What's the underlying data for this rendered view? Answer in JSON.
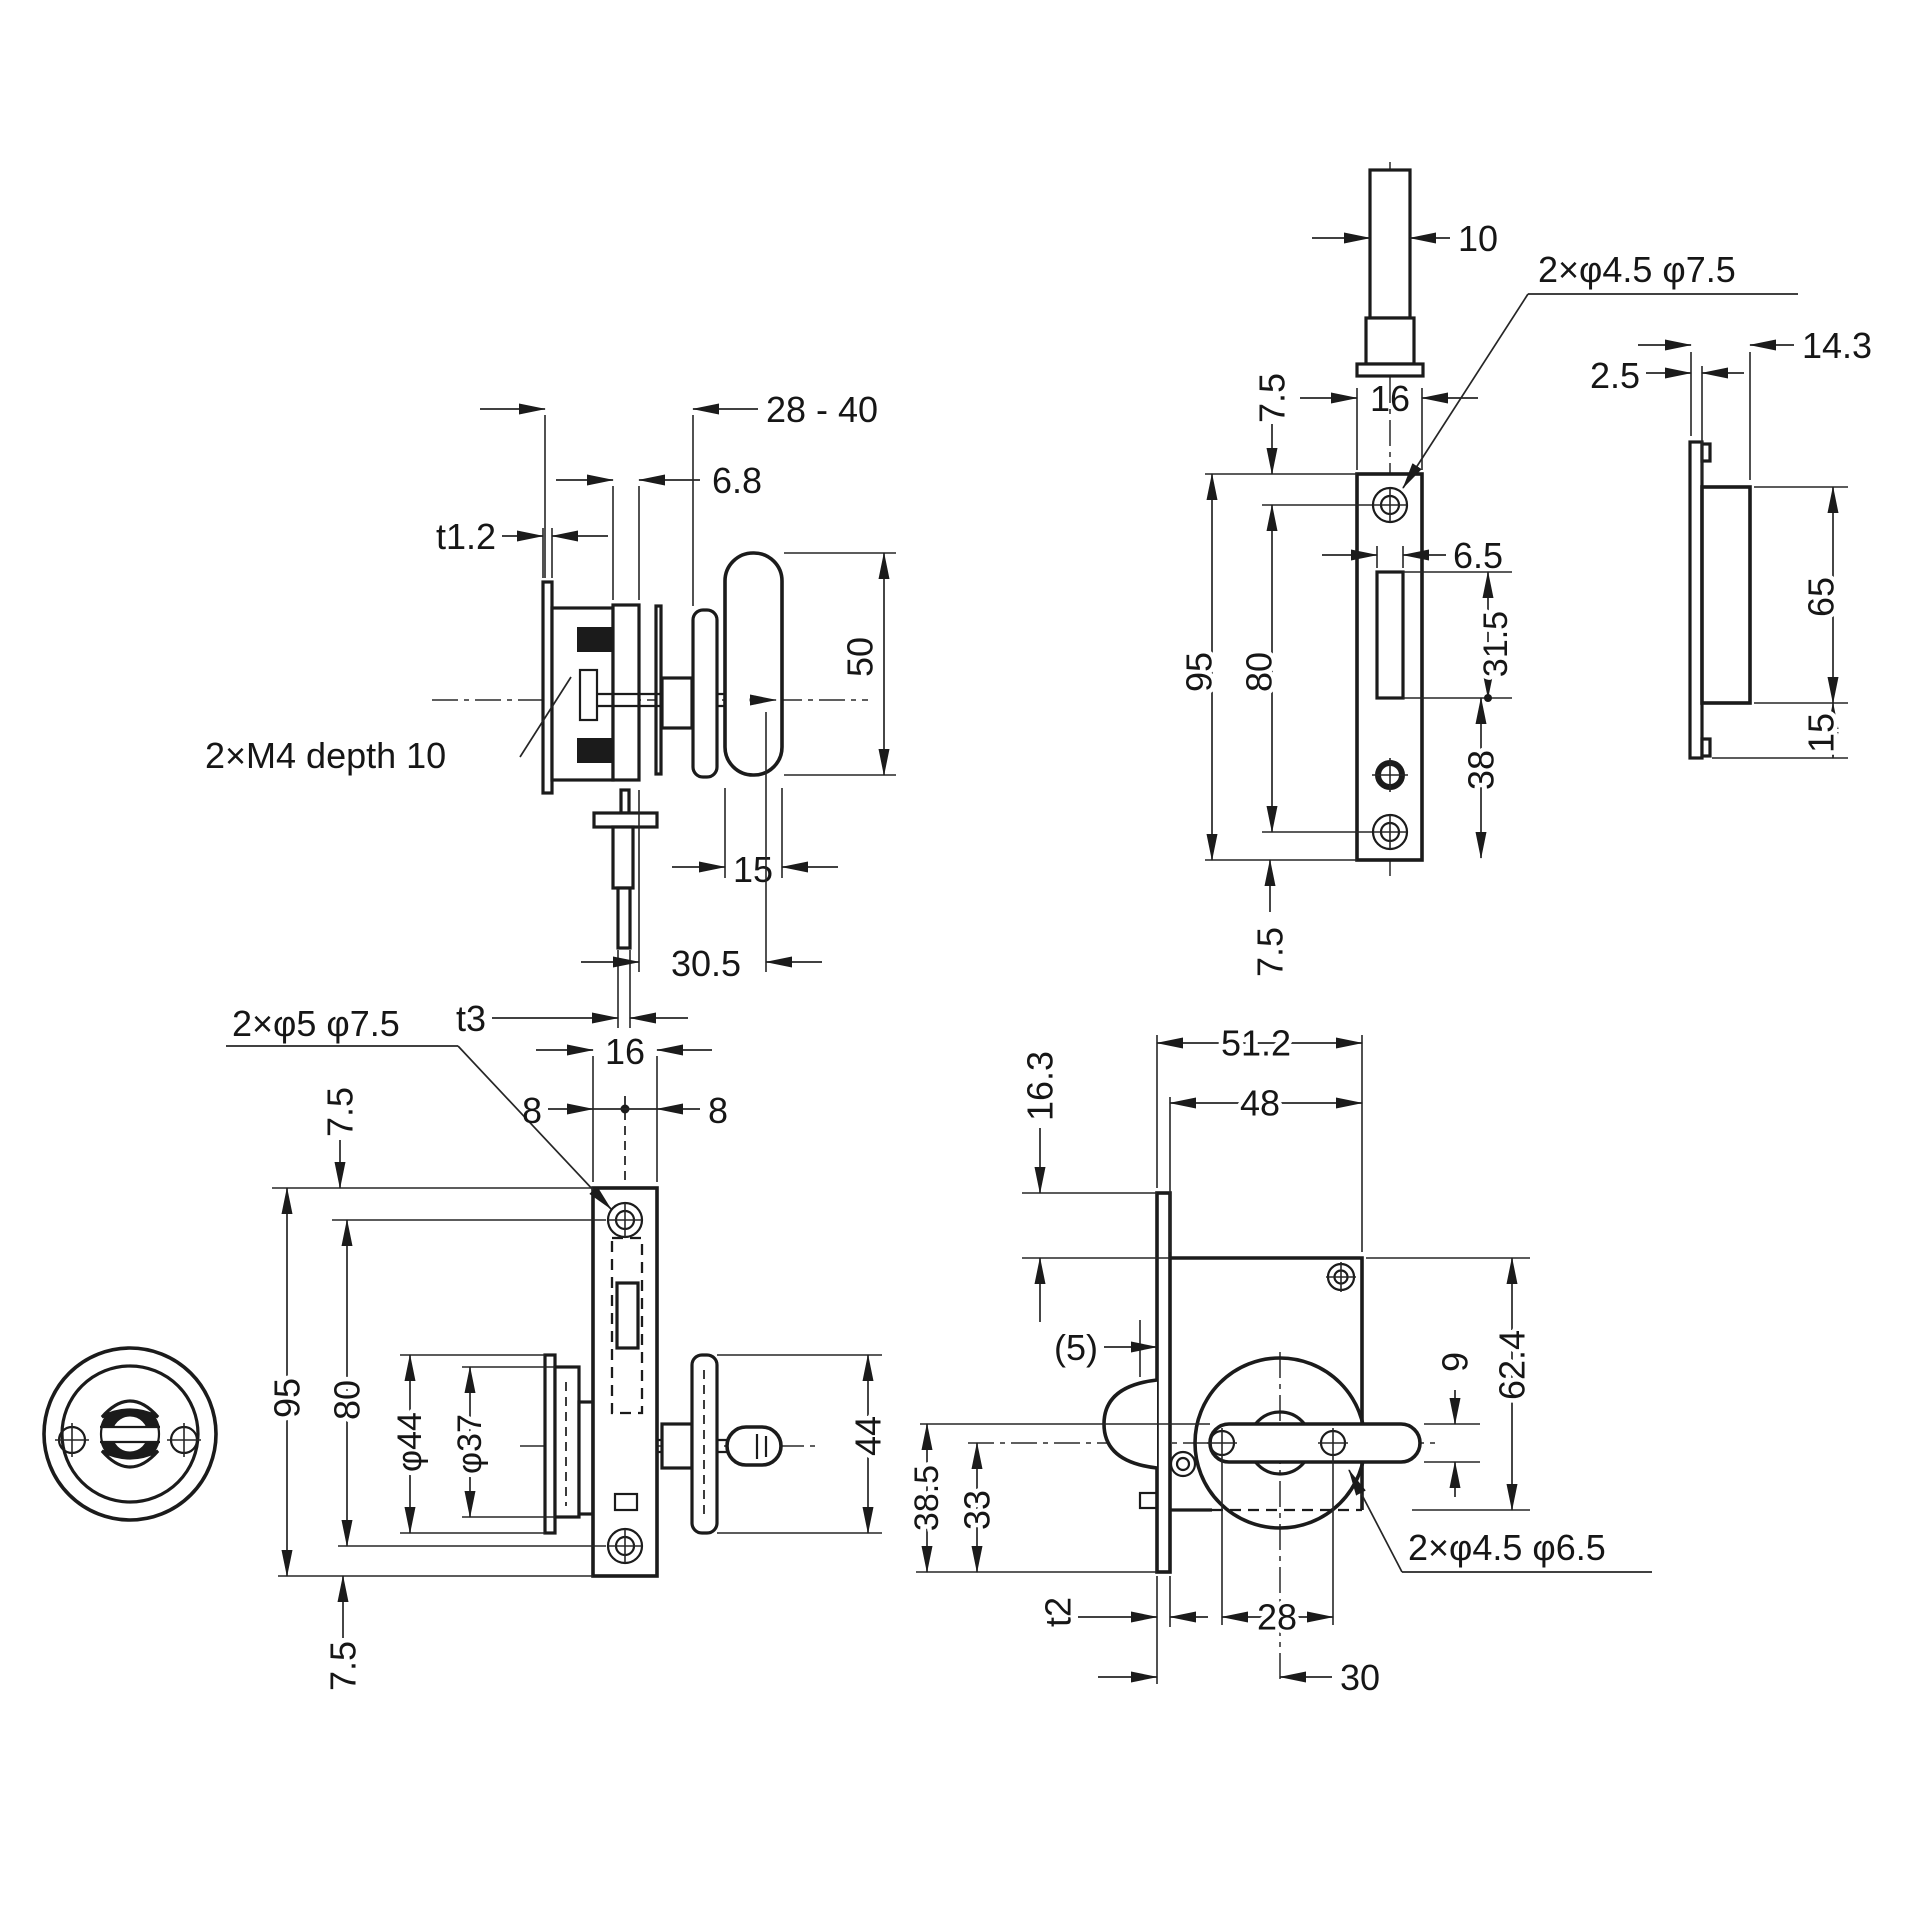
{
  "drawing": {
    "type": "technical-drawing",
    "part": "sliding door lock set",
    "views": {
      "sideView": {
        "dim_door_thickness": "28 - 40",
        "dim_spacing": "6.8",
        "dim_plate_thickness": "t1.2",
        "label_screw_note": "2×M4 depth 10",
        "dim_knob_length": "50",
        "dim_knob_width": "15",
        "dim_rod_thickness": "t3",
        "dim_backset": "30.5"
      },
      "frontPlateView": {
        "dim_shaft_width": "10",
        "label_holes": "2×φ4.5 φ7.5",
        "dim_top_offset": "7.5",
        "dim_plate_width": "16",
        "dim_slot_width": "6.5",
        "dim_plate_length": "95",
        "dim_screw_spacing": "80",
        "dim_slot_length": "31.5",
        "dim_slot_to_bottom": "38",
        "dim_bottom_offset": "7.5"
      },
      "strikeSideView": {
        "dim_depth": "14.3",
        "dim_plate_thickness": "2.5",
        "dim_box_length": "65",
        "dim_bottom_length": "15"
      },
      "assemblyView": {
        "label_holes": "2×φ5 φ7.5",
        "dim_top_offset": "7.5",
        "dim_plate_width": "16",
        "dim_half_left": "8",
        "dim_half_right": "8",
        "dim_plate_length": "95",
        "dim_screw_spacing": "80",
        "dim_escutcheon_outer": "φ44",
        "dim_escutcheon_inner": "φ37",
        "dim_rosette_length": "44",
        "dim_bottom_offset": "7.5"
      },
      "lockBodyView": {
        "dim_total_width": "51.2",
        "dim_body_width": "48",
        "dim_top_offset": "16.3",
        "dim_protrusion": "(5)",
        "dim_turn_thickness": "9",
        "dim_body_height": "62.4",
        "dim_height_1": "38.5",
        "dim_height_2": "33",
        "dim_plate_thickness": "t2",
        "dim_hole_spacing": "28",
        "dim_backset": "30",
        "label_holes": "2×φ4.5 φ6.5"
      }
    }
  }
}
